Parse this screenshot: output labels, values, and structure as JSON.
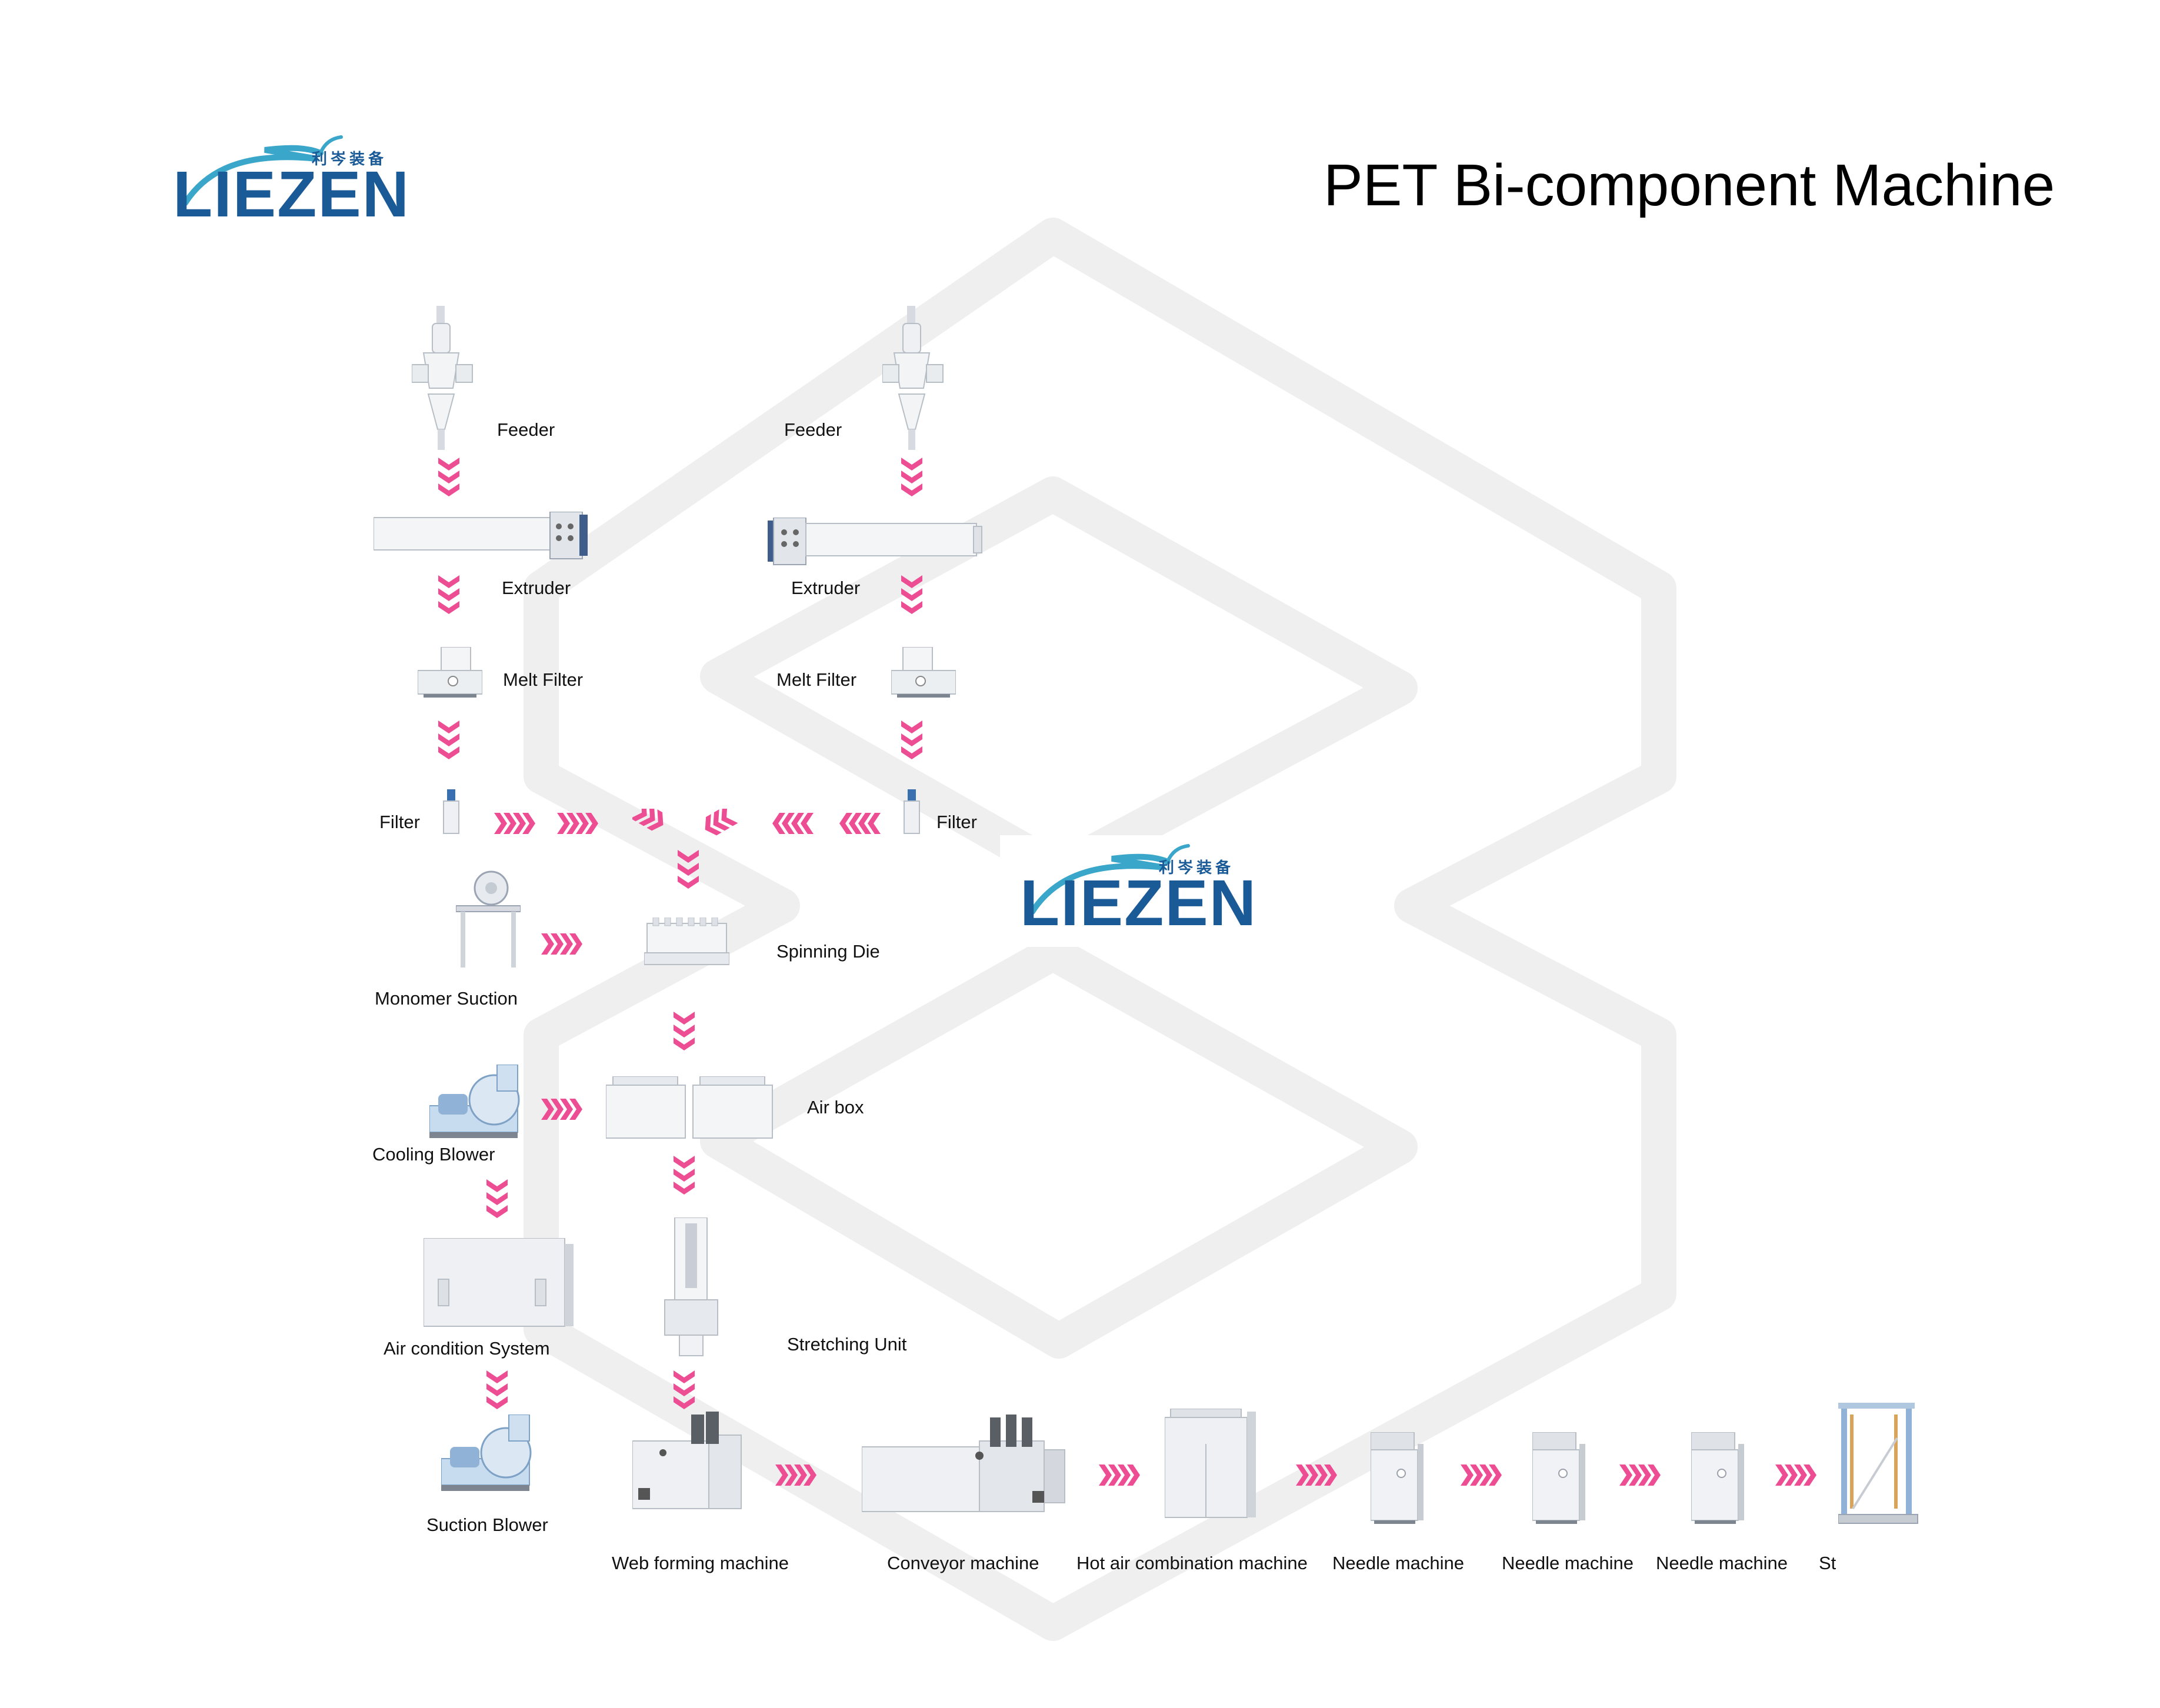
{
  "title": "PET Bi-component Machine",
  "logo": {
    "cn": "利岑装备",
    "brand": "LIEZEN"
  },
  "labels": {
    "feeder_left": "Feeder",
    "feeder_right": "Feeder",
    "extruder_left": "Extruder",
    "extruder_right": "Extruder",
    "melt_filter_left": "Melt Filter",
    "melt_filter_right": "Melt Filter",
    "filter_left": "Filter",
    "filter_right": "Filter",
    "monomer_suction": "Monomer Suction",
    "spinning_die": "Spinning Die",
    "cooling_blower": "Cooling Blower",
    "air_box": "Air box",
    "air_condition": "Air condition System",
    "stretching_unit": "Stretching Unit",
    "suction_blower": "Suction Blower",
    "web_forming": "Web forming machine",
    "conveyor": "Conveyor machine",
    "hot_air": "Hot air combination machine",
    "needle_1": "Needle machine",
    "needle_2": "Needle machine",
    "needle_3": "Needle machine",
    "stacker": "St"
  },
  "colors": {
    "arrow": "#ec4d93",
    "logo": "#1a5a97",
    "wave": "#3aa6c9",
    "watermark": "#ececec"
  },
  "icons": [
    "chevron-down-icon",
    "chevron-right-icon",
    "chevron-left-icon",
    "merge-icon"
  ]
}
